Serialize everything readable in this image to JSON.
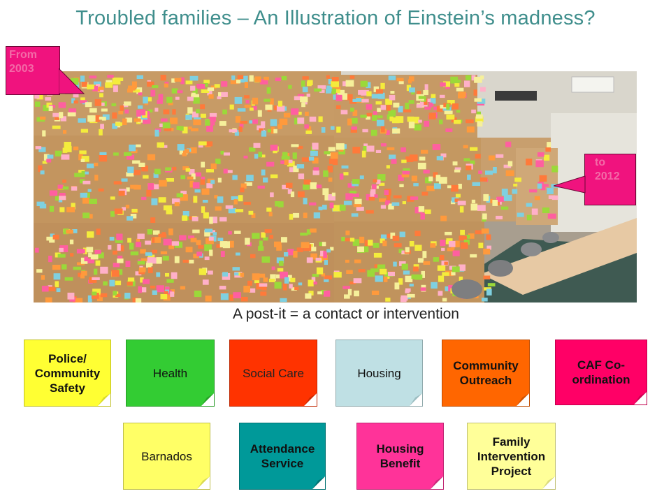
{
  "title": "Troubled families – An Illustration of Einstein’s madness?",
  "callouts": {
    "from": "From 2003",
    "to": "to 2012"
  },
  "caption": "A post-it = a contact or intervention",
  "notes": [
    {
      "label": "Police/ Community Safety",
      "color": "#ffff33"
    },
    {
      "label": "Health",
      "color": "#33cc33"
    },
    {
      "label": "Social Care",
      "color": "#ff3300"
    },
    {
      "label": "Housing",
      "color": "#bfe0e4"
    },
    {
      "label": "Community Outreach",
      "color": "#ff6600"
    },
    {
      "label": "CAF Co-ordination",
      "color": "#ff0066"
    },
    {
      "label": "Barnados",
      "color": "#ffff66"
    },
    {
      "label": "Attendance Service",
      "color": "#009999"
    },
    {
      "label": "Housing Benefit",
      "color": "#ff3399"
    },
    {
      "label": "Family Intervention Project",
      "color": "#ffff99"
    }
  ]
}
